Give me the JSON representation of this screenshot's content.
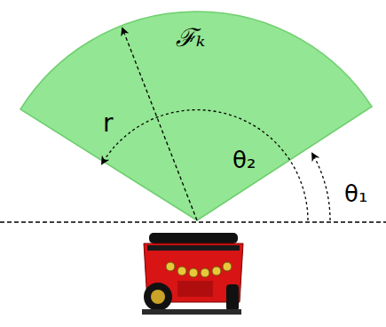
{
  "diagram": {
    "nodes": [
      {
        "text": [
          "ℱₖ"
        ]
      }
    ],
    "labels": [
      "r",
      "θ₂",
      "θ₁"
    ]
  }
}
